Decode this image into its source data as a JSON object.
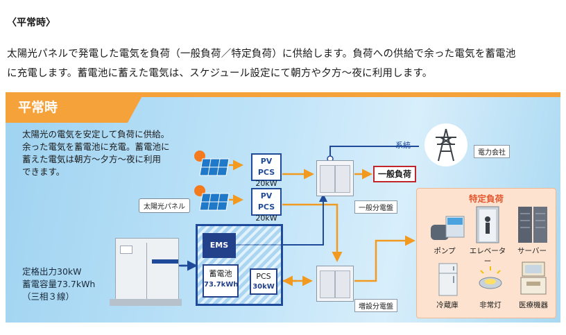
{
  "heading": "〈平常時〉",
  "paragraph": {
    "line1": "太陽光パネルで発電した電気を負荷（一般負荷／特定負荷）に供給します。負荷への供給で余った電気を蓄電池",
    "line2": "に充電します。蓄電池に蓄えた電気は、スケジュール設定にて朝方や夕方～夜に利用します。"
  },
  "diagram": {
    "tab_title": "平常時",
    "description": {
      "line1": "太陽光の電気を安定して負荷に供給。",
      "line2": "余った電気を蓄電池に充電。蓄電池に",
      "line3": "蓄えた電気は朝方～夕方～夜に利用",
      "line4": "できます。"
    },
    "spec": {
      "output": "定格出力30kW",
      "capacity": "蓄電容量73.7kWh",
      "phase": "（三相３線）"
    },
    "solar_label": "太陽光パネル",
    "pv_pcs_top": {
      "name": "PV PCS",
      "rating": "20kW"
    },
    "pv_pcs_bottom": {
      "name": "PV PCS",
      "rating": "20kW"
    },
    "ems": "EMS",
    "battery": {
      "name": "蓄電池",
      "capacity": "73.7kWh"
    },
    "pcs": {
      "name": "PCS",
      "rating": "30kW"
    },
    "general_panel_label": "一般分電盤",
    "extra_panel_label": "増設分電盤",
    "general_load": "一般負荷",
    "grid_label": "系統",
    "power_company": "電力会社",
    "specific_load": {
      "title": "特定負荷",
      "devices": [
        "ポンプ",
        "エレベーター",
        "サーバー",
        "冷蔵庫",
        "非常灯",
        "医療機器"
      ]
    }
  },
  "colors": {
    "orange": "#f5a23b",
    "navy": "#1f4a9a",
    "red": "#c0262d",
    "flow_orange": "#f29a1f"
  }
}
